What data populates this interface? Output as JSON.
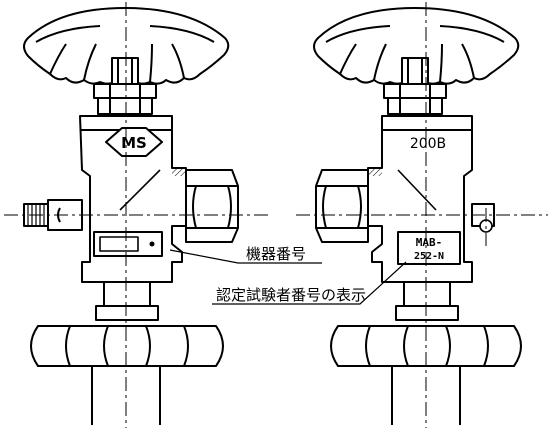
{
  "diagram": {
    "left_valve": {
      "emblem": "MS"
    },
    "right_valve": {
      "model": "200B",
      "plate_line1": "MAB-",
      "plate_line2": "252-N"
    },
    "callouts": {
      "device_number": "機器番号",
      "certification_mark": "認定試験者番号の表示"
    },
    "colors": {
      "ink": "#000000",
      "paper": "#ffffff"
    }
  }
}
